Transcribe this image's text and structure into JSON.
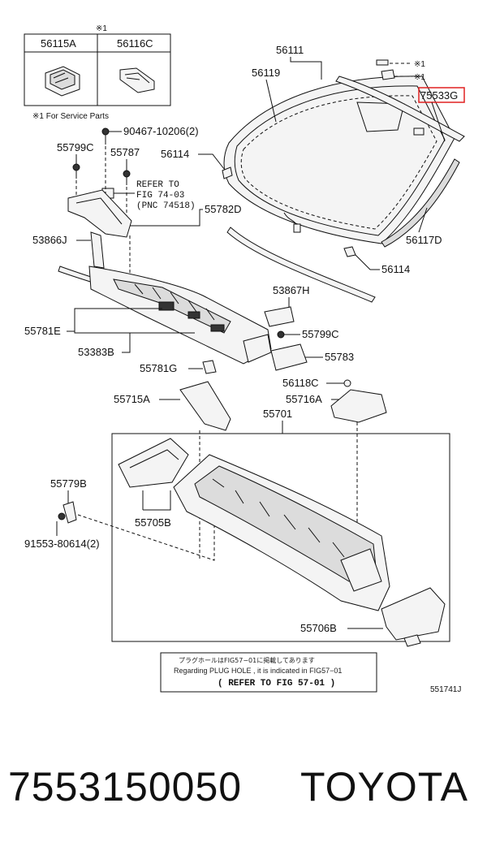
{
  "diagram": {
    "service_parts": {
      "marker": "※1",
      "note": "※1 For Service Parts",
      "part_a": "56115A",
      "part_b": "56116C"
    },
    "labels": {
      "p56111": "56111",
      "p56119": "56119",
      "p55799C_top": "55799C",
      "p55787": "55787",
      "p90467": "90467-10206(2)",
      "p56114_top": "56114",
      "p55782D": "55782D",
      "p53866J": "53866J",
      "p55781E": "55781E",
      "p53383B": "53383B",
      "p55781G": "55781G",
      "p53867H": "53867H",
      "p55799C_mid": "55799C",
      "p55783": "55783",
      "p56118C": "56118C",
      "p55716A": "55716A",
      "p55715A": "55715A",
      "p55701": "55701",
      "p55779B": "55779B",
      "p91553": "91553-80614(2)",
      "p55705B": "55705B",
      "p55706B": "55706B",
      "p56114_bottom": "56114",
      "p56117D": "56117D",
      "p75533G": "75533G",
      "mark1a": "※1",
      "mark1b": "※1"
    },
    "refer": {
      "line1": "REFER TO",
      "line2": "FIG 74-03",
      "line3": "(PNC 74518)"
    },
    "note_box": {
      "jp": "プラグホールはFIG57−01に掲載してあります",
      "en": "Regarding PLUG HOLE , it is indicated in FIG57−01",
      "ref": "( REFER TO FIG 57-01 )"
    },
    "code": "551741J",
    "highlight_color": "#e02020"
  },
  "footer": {
    "part_number": "7553150050",
    "brand": "TOYOTA"
  }
}
